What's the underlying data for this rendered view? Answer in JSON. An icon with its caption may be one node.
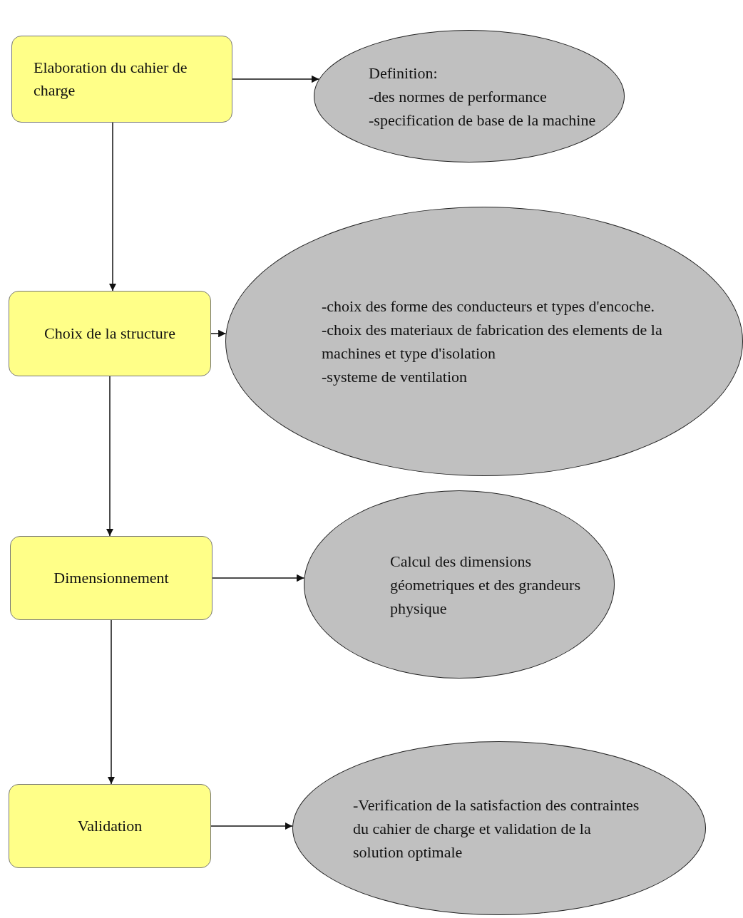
{
  "diagram": {
    "nodes": [
      {
        "text": [
          "Elaboration du cahier de charge"
        ]
      },
      {
        "text": [
          "Definition:",
          "-des normes de performance",
          "-specification de base de la machine"
        ]
      },
      {
        "text": [
          "Choix de la structure"
        ]
      },
      {
        "text": [
          "-choix des forme des conducteurs et types d'encoche.",
          "-choix des materiaux de fabrication des elements de la machines et type d'isolation",
          "-systeme de ventilation"
        ]
      },
      {
        "text": [
          "Dimensionnement"
        ]
      },
      {
        "text": [
          "Calcul des dimensions géometriques et des grandeurs physique"
        ]
      },
      {
        "text": [
          "Validation"
        ]
      },
      {
        "text": [
          "-Verification de la satisfaction des contraintes du cahier de charge et validation de la solution optimale"
        ]
      }
    ],
    "edges": [
      {
        "from": 0,
        "to": 1,
        "arrow": "to"
      },
      {
        "from": 0,
        "to": 2,
        "arrow": "to"
      },
      {
        "from": 2,
        "to": 3,
        "arrow": "to"
      },
      {
        "from": 2,
        "to": 4,
        "arrow": "to"
      },
      {
        "from": 4,
        "to": 5,
        "arrow": "to"
      },
      {
        "from": 4,
        "to": 6,
        "arrow": "to"
      },
      {
        "from": 6,
        "to": 7,
        "arrow": "to"
      }
    ]
  }
}
